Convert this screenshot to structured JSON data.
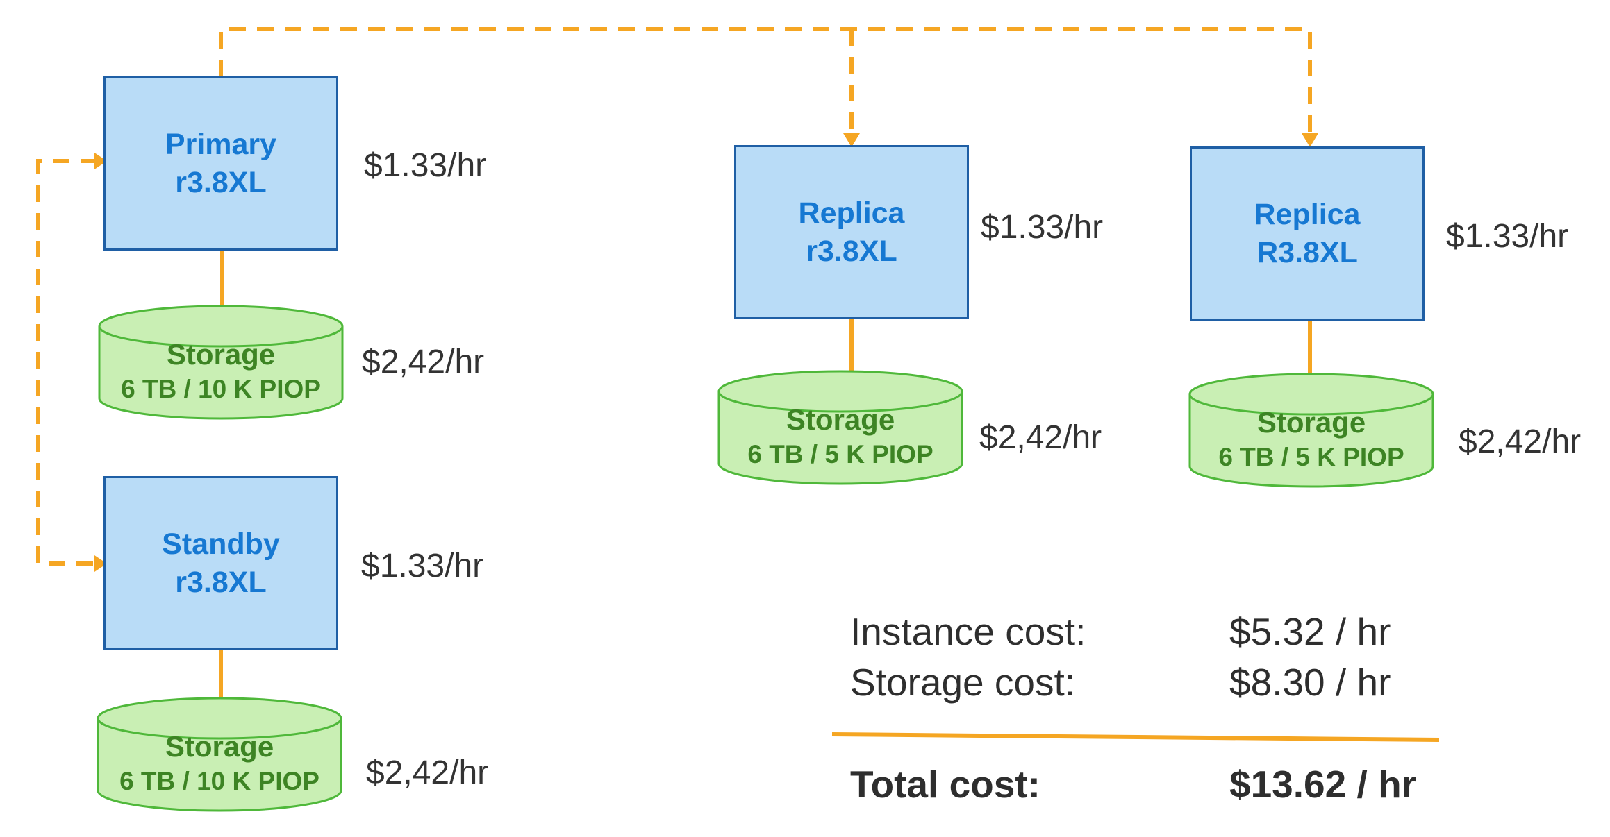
{
  "colors": {
    "node_fill": "#b9dcf7",
    "node_border": "#1f5fa5",
    "node_text": "#1678d2",
    "storage_fill": "#c9efb4",
    "storage_border": "#4fb83a",
    "storage_text": "#3d8424",
    "connector": "#f5a623",
    "text": "#333333"
  },
  "primary": {
    "title": "Primary",
    "type": "r3.8XL",
    "price": "$1.33/hr",
    "storage": {
      "title": "Storage",
      "spec": "6 TB / 10 K PIOP",
      "price": "$2,42/hr"
    }
  },
  "standby": {
    "title": "Standby",
    "type": "r3.8XL",
    "price": "$1.33/hr",
    "storage": {
      "title": "Storage",
      "spec": "6 TB / 10 K PIOP",
      "price": "$2,42/hr"
    }
  },
  "replica1": {
    "title": "Replica",
    "type": "r3.8XL",
    "price": "$1.33/hr",
    "storage": {
      "title": "Storage",
      "spec": "6 TB / 5 K PIOP",
      "price": "$2,42/hr"
    }
  },
  "replica2": {
    "title": "Replica",
    "type": "R3.8XL",
    "price": "$1.33/hr",
    "storage": {
      "title": "Storage",
      "spec": "6 TB / 5 K PIOP",
      "price": "$2,42/hr"
    }
  },
  "summary": {
    "instance_label": "Instance cost:",
    "instance_value": "$5.32 / hr",
    "storage_label": "Storage cost:",
    "storage_value": "$8.30 / hr",
    "total_label": "Total cost:",
    "total_value": "$13.62 / hr"
  }
}
